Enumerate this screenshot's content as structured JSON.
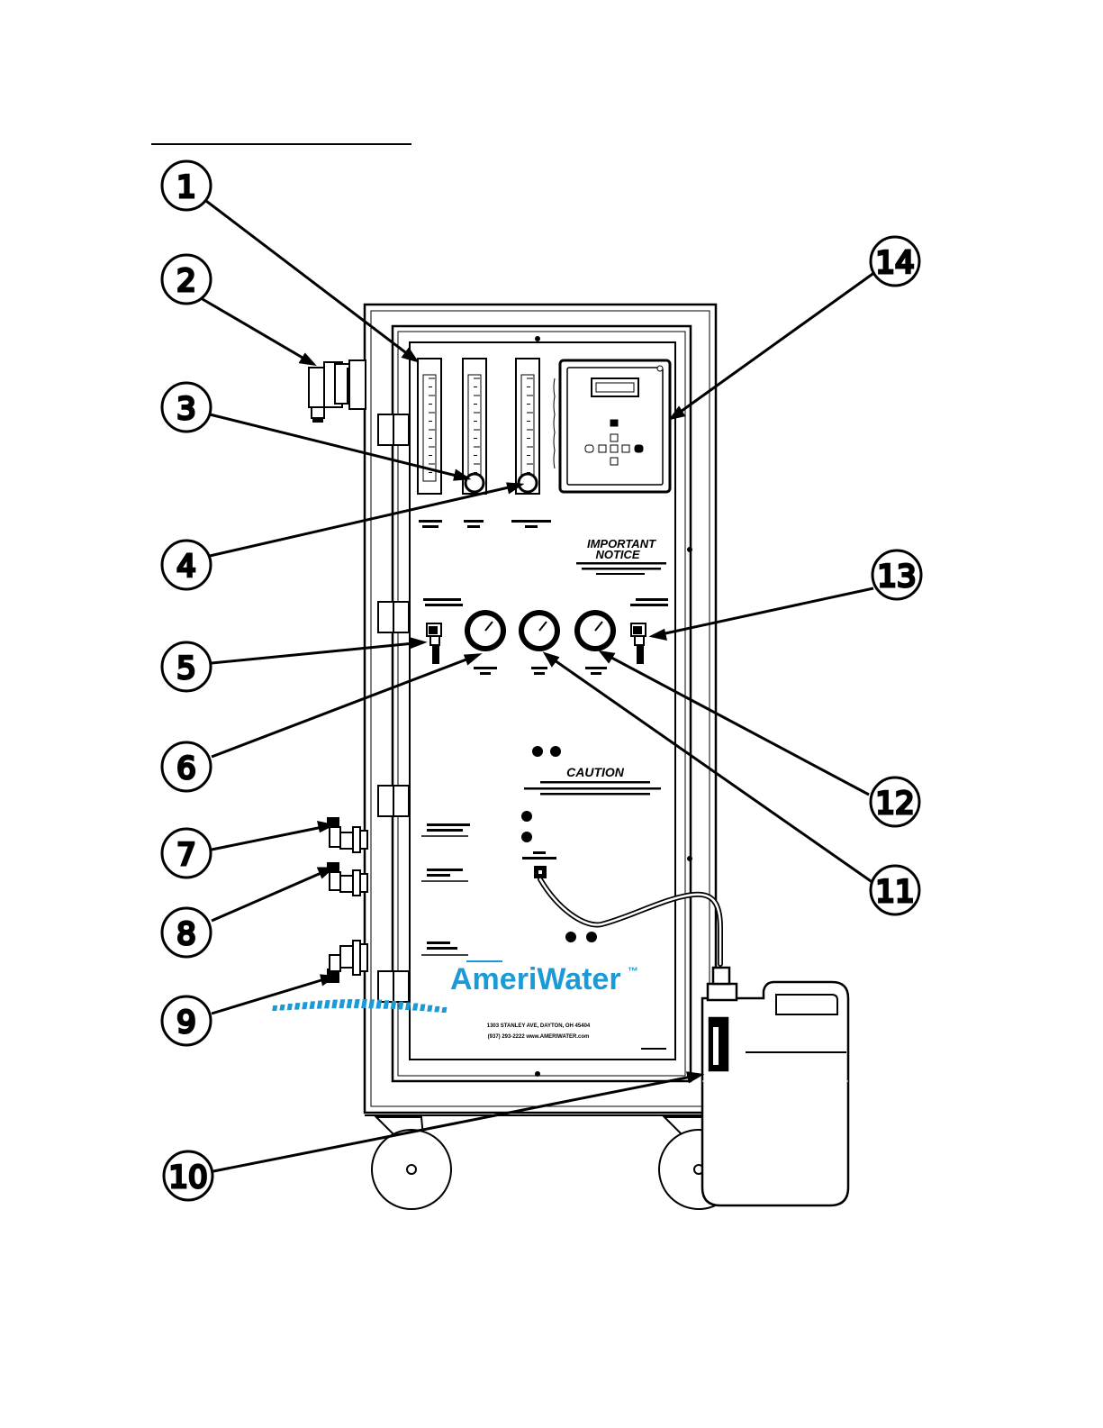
{
  "callouts": [
    {
      "id": 1,
      "label": "1"
    },
    {
      "id": 2,
      "label": "2"
    },
    {
      "id": 3,
      "label": "3"
    },
    {
      "id": 4,
      "label": "4"
    },
    {
      "id": 5,
      "label": "5"
    },
    {
      "id": 6,
      "label": "6"
    },
    {
      "id": 7,
      "label": "7"
    },
    {
      "id": 8,
      "label": "8"
    },
    {
      "id": 9,
      "label": "9"
    },
    {
      "id": 10,
      "label": "10"
    },
    {
      "id": 11,
      "label": "11"
    },
    {
      "id": 12,
      "label": "12"
    },
    {
      "id": 13,
      "label": "13"
    },
    {
      "id": 14,
      "label": "14"
    }
  ],
  "panel": {
    "important_title": "IMPORTANT",
    "important_subtitle": "NOTICE",
    "caution_title": "CAUTION",
    "brand_name": "AmeriWater",
    "brand_tm": "™",
    "address_line": "1303 STANLEY AVE, DAYTON, OH 45404",
    "phone_line": "(937) 293-2222  www.AMERIWATER.com"
  },
  "colors": {
    "ink": "#000000",
    "brand_blue": "#1a9ad6",
    "paper": "#ffffff"
  }
}
